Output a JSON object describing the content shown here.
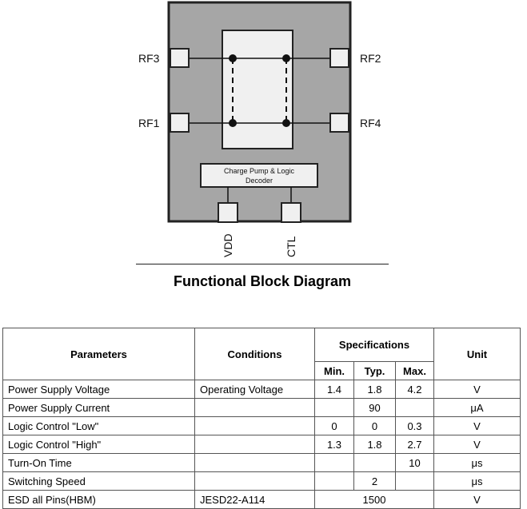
{
  "diagram": {
    "pins": {
      "rf1": "RF1",
      "rf2": "RF2",
      "rf3": "RF3",
      "rf4": "RF4",
      "vdd": "VDD",
      "ctl": "CTL"
    },
    "decoder_label_line1": "Charge Pump & Logic",
    "decoder_label_line2": "Decoder",
    "caption": "Functional Block Diagram"
  },
  "table": {
    "headers": {
      "parameters": "Parameters",
      "conditions": "Conditions",
      "specifications": "Specifications",
      "unit": "Unit",
      "min": "Min.",
      "typ": "Typ.",
      "max": "Max."
    },
    "rows": [
      {
        "param": "Power Supply Voltage",
        "cond": "Operating Voltage",
        "min": "1.4",
        "typ": "1.8",
        "max": "4.2",
        "unit": "V"
      },
      {
        "param": "Power Supply Current",
        "cond": "",
        "min": "",
        "typ": "90",
        "max": "",
        "unit": "μA"
      },
      {
        "param": "Logic Control \"Low\"",
        "cond": "",
        "min": "0",
        "typ": "0",
        "max": "0.3",
        "unit": "V"
      },
      {
        "param": "Logic Control \"High\"",
        "cond": "",
        "min": "1.3",
        "typ": "1.8",
        "max": "2.7",
        "unit": "V"
      },
      {
        "param": "Turn-On Time",
        "cond": "",
        "min": "",
        "typ": "",
        "max": "10",
        "unit": "μs"
      },
      {
        "param": "Switching Speed",
        "cond": "",
        "min": "",
        "typ": "2",
        "max": "",
        "unit": "μs"
      },
      {
        "param": "ESD all Pins(HBM)",
        "cond": "JESD22-A114",
        "spec": "1500",
        "unit": "V"
      }
    ]
  }
}
